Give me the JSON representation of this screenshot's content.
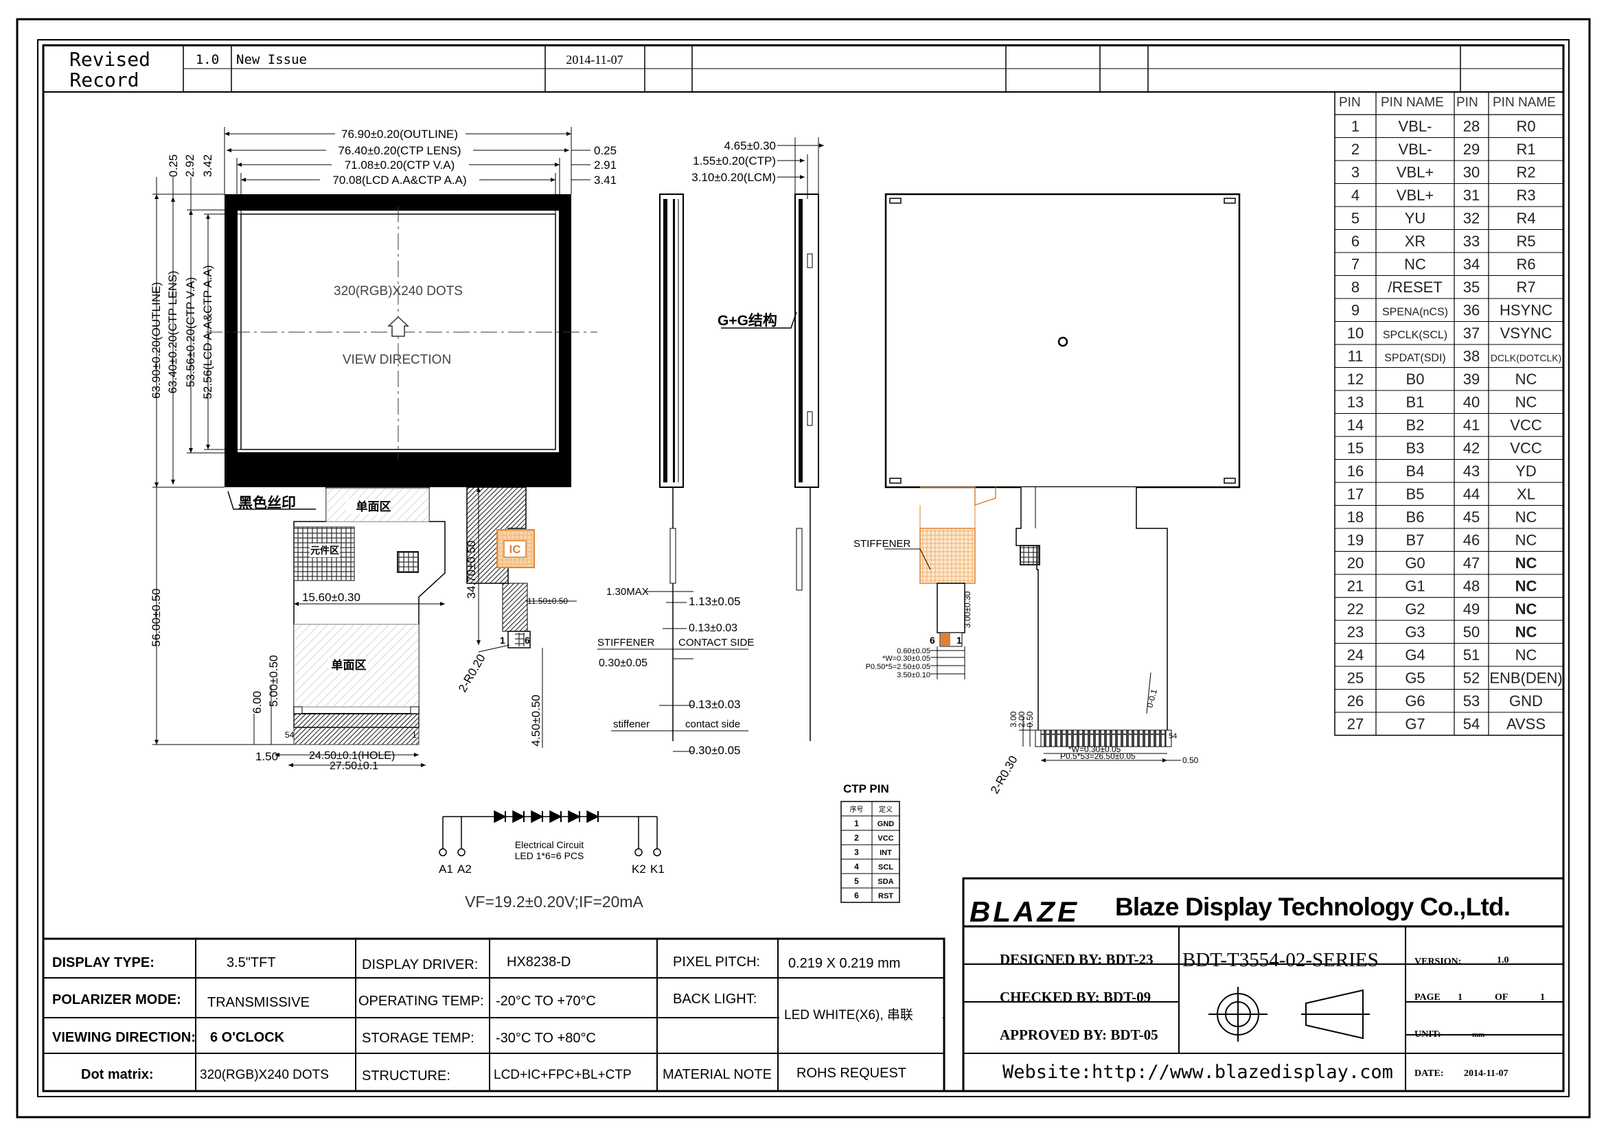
{
  "revision": {
    "label_line1": "Revised",
    "label_line2": "Record",
    "entries": [
      {
        "version": "1.0",
        "description": "New Issue",
        "date": "2014-11-07"
      }
    ]
  },
  "pin_table": {
    "headers": [
      "PIN",
      "PIN NAME",
      "PIN",
      "PIN NAME"
    ],
    "rows": [
      [
        "1",
        "VBL-",
        "28",
        "R0"
      ],
      [
        "2",
        "VBL-",
        "29",
        "R1"
      ],
      [
        "3",
        "VBL+",
        "30",
        "R2"
      ],
      [
        "4",
        "VBL+",
        "31",
        "R3"
      ],
      [
        "5",
        "YU",
        "32",
        "R4"
      ],
      [
        "6",
        "XR",
        "33",
        "R5"
      ],
      [
        "7",
        "NC",
        "34",
        "R6"
      ],
      [
        "8",
        "/RESET",
        "35",
        "R7"
      ],
      [
        "9",
        "SPENA(nCS)",
        "36",
        "HSYNC"
      ],
      [
        "10",
        "SPCLK(SCL)",
        "37",
        "VSYNC"
      ],
      [
        "11",
        "SPDAT(SDI)",
        "38",
        "DCLK(DOTCLK)"
      ],
      [
        "12",
        "B0",
        "39",
        "NC"
      ],
      [
        "13",
        "B1",
        "40",
        "NC"
      ],
      [
        "14",
        "B2",
        "41",
        "VCC"
      ],
      [
        "15",
        "B3",
        "42",
        "VCC"
      ],
      [
        "16",
        "B4",
        "43",
        "YD"
      ],
      [
        "17",
        "B5",
        "44",
        "XL"
      ],
      [
        "18",
        "B6",
        "45",
        "NC"
      ],
      [
        "19",
        "B7",
        "46",
        "NC"
      ],
      [
        "20",
        "G0",
        "47",
        "NC"
      ],
      [
        "21",
        "G1",
        "48",
        "NC"
      ],
      [
        "22",
        "G2",
        "49",
        "NC"
      ],
      [
        "23",
        "G3",
        "50",
        "NC"
      ],
      [
        "24",
        "G4",
        "51",
        "NC"
      ],
      [
        "25",
        "G5",
        "52",
        "ENB(DEN)"
      ],
      [
        "26",
        "G6",
        "53",
        "GND"
      ],
      [
        "27",
        "G7",
        "54",
        "AVSS"
      ]
    ]
  },
  "front_view": {
    "dims_top": [
      "76.90±0.20(OUTLINE)",
      "76.40±0.20(CTP LENS)",
      "71.08±0.20(CTP V.A)",
      "70.08(LCD A.A&CTP A.A)"
    ],
    "dims_top_right": [
      "0.25",
      "2.91",
      "3.41"
    ],
    "dims_top_left": [
      "0.25",
      "2.92",
      "3.42"
    ],
    "dims_left": [
      "63.90±0.20(OUTLINE)",
      "63.40±0.20(CTP LENS)",
      "53.56±0.20(CTP V.A)",
      "52.56(LCD A.A&CTP A.A)"
    ],
    "dots": "320(RGB)X240 DOTS",
    "view_direction": "VIEW DIRECTION",
    "silk_label": "黑色丝印",
    "single_side_1": "单面区",
    "component_area": "元件区",
    "single_side_2": "单面区",
    "ic_label": "IC",
    "fpc_width": "15.60±0.30",
    "fpc_total_height": "56.00±0.50",
    "fpc_bend": "34.70±0.50",
    "ic_dim": "11.50±0.50",
    "radius": "2-R0.20",
    "tail_dim": "4.50±0.50",
    "pin_first": "1",
    "pin_last": "6",
    "dim_600": "6.00",
    "dim_500": "5.00±0.50",
    "bottom_150": "1.50",
    "bottom_hole": "24.50±0.1(HOLE)",
    "bottom_total": "27.50±0.1",
    "pin54": "54",
    "pin1": "1"
  },
  "side_view": {
    "dims": [
      "4.65±0.30",
      "1.55±0.20(CTP)",
      "3.10±0.20(LCM)"
    ],
    "structure_label": "G+G结构",
    "dim_130max": "1.30MAX",
    "dim_113": "1.13±0.05",
    "dim_013a": "0.13±0.03",
    "stiffener": "STIFFENER",
    "contact_side": "CONTACT SIDE",
    "dim_030a": "0.30±0.05",
    "dim_013b": "0.13±0.03",
    "stiffener_lc": "stiffener",
    "contact_lc": "contact side",
    "dim_030b": "0.30±0.05"
  },
  "back_view": {
    "stiffener": "STIFFENER",
    "dims_ctp": [
      "0.60±0.05",
      "*W=0.30±0.05",
      "P0.50*5=2.50±0.05",
      "3.50±0.10"
    ],
    "dim_300": "3.00±0.30",
    "pin6": "6",
    "pin1": "1",
    "dim_side": [
      "3.00",
      "2.00",
      "0.50"
    ],
    "radius": "2-R0.30",
    "dim_01": "0-0.1",
    "pitch": [
      "*W=0.30±0.05",
      "P0.5*53=26.50±0.05"
    ],
    "dim_050": "0.50",
    "pin54": "54"
  },
  "ctp_pin": {
    "title": "CTP PIN",
    "headers": [
      "序号",
      "定义"
    ],
    "rows": [
      [
        "1",
        "GND"
      ],
      [
        "2",
        "VCC"
      ],
      [
        "3",
        "INT"
      ],
      [
        "4",
        "SCL"
      ],
      [
        "5",
        "SDA"
      ],
      [
        "6",
        "RST"
      ]
    ]
  },
  "circuit": {
    "title": "Electrical Circuit",
    "subtitle": "LED 1*6=6 PCS",
    "anodes": [
      "A1",
      "A2"
    ],
    "cathodes": [
      "K2",
      "K1"
    ],
    "vf": "VF=19.2±0.20V;IF=20mA"
  },
  "specs": [
    {
      "label": "DISPLAY TYPE:",
      "value": "3.5\"TFT"
    },
    {
      "label": "POLARIZER MODE:",
      "value": "TRANSMISSIVE"
    },
    {
      "label": "VIEWING DIRECTION:",
      "value": "6 O'CLOCK"
    },
    {
      "label": "Dot matrix:",
      "value": "320(RGB)X240 DOTS"
    },
    {
      "label": "DISPLAY DRIVER:",
      "value": "HX8238-D"
    },
    {
      "label": "OPERATING TEMP:",
      "value": "-20°C TO +70°C"
    },
    {
      "label": "STORAGE TEMP:",
      "value": "-30°C TO +80°C"
    },
    {
      "label": "STRUCTURE:",
      "value": "LCD+IC+FPC+BL+CTP"
    },
    {
      "label": "PIXEL PITCH:",
      "value": "0.219 X 0.219 mm"
    },
    {
      "label": "BACK LIGHT:",
      "value": "LED WHITE(X6), 串联"
    },
    {
      "label": "MATERIAL NOTE",
      "value": "ROHS REQUEST"
    }
  ],
  "title_block": {
    "logo_text": "BLAZE",
    "company": "Blaze Display Technology Co.,Ltd.",
    "designed": "DESIGNED BY: BDT-23",
    "checked": "CHECKED BY:  BDT-09",
    "approved": "APPROVED BY: BDT-05",
    "part_no": "BDT-T3554-02-SERIES",
    "website": "Website:http://www.blazedisplay.com",
    "version_label": "VERSION:",
    "version": "1.0",
    "page_label": "PAGE",
    "page": "1",
    "of_label": "OF",
    "pages": "1",
    "unit_label": "UNIT:",
    "unit": "mm",
    "date_label": "DATE:",
    "date": "2014-11-07"
  }
}
